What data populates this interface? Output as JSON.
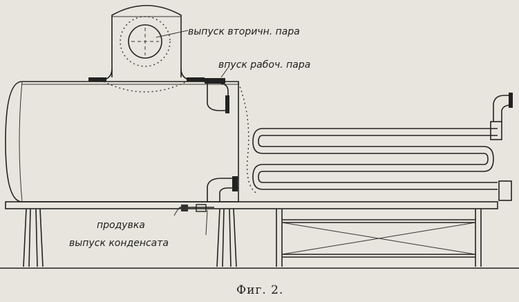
{
  "labels": {
    "secondary_steam_outlet": "выпуск вторичн. пара",
    "working_steam_inlet": "впуск рабоч. пара",
    "blowdown": "продувка",
    "condensate_outlet": "выпуск конденсата"
  },
  "caption": "Фиг. 2."
}
